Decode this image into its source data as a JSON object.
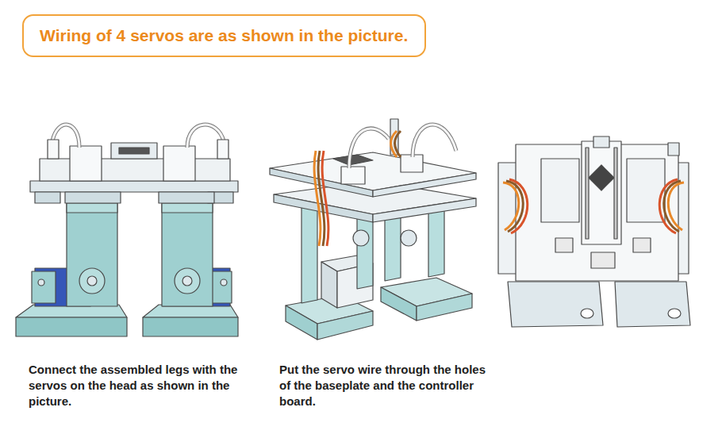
{
  "diagram": {
    "nodes": [
      {
        "text": [
          "Wiring of 4 servos are as shown in the picture."
        ]
      }
    ],
    "labels": [
      "Connect the assembled legs with the servos on the head as shown in the picture.",
      "Put the servo wire through the holes of the baseplate and the controller board."
    ]
  }
}
